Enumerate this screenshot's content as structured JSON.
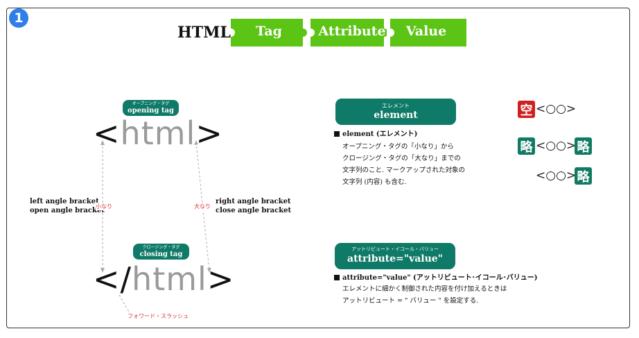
{
  "badge": "1",
  "header": {
    "title": "HTML",
    "pieces": [
      "Tag",
      "Attribute",
      "Value"
    ]
  },
  "diagram": {
    "opening_pill": {
      "ruby": "オープニング・タグ",
      "label": "opening tag"
    },
    "closing_pill": {
      "ruby": "クロージング・タグ",
      "label": "closing tag"
    },
    "opening_tag": {
      "open": "<",
      "name": "html",
      "close": ">"
    },
    "closing_tag": {
      "open": "</",
      "name": "html",
      "close": ">"
    },
    "left_label": [
      "left angle bracket",
      "open angle bracket"
    ],
    "right_label": [
      "right angle bracket",
      "close angle bracket"
    ],
    "left_arrow_label": "小なり",
    "right_arrow_label": "大なり",
    "slash_label": "フォワード・スラッシュ"
  },
  "element_box": {
    "ruby": "エレメント",
    "label": "element",
    "heading": "element (エレメント)",
    "lines": [
      "オープニング・タグの「小なり」から",
      "クロージング・タグの「大なり」までの",
      "文字列のこと. マークアップされた対象の",
      "文字列 (内容) も含む."
    ]
  },
  "attribute_box": {
    "ruby": "アットリビュート・イコール・バリュー",
    "label": "attribute=\"value\"",
    "heading": "attribute=\"value\" (アットリビュート･イコール･バリュー)",
    "lines": [
      "エレメントに細かく制御された内容を付け加えるときは",
      "アットリビュート = \" バリュー \" を設定する."
    ]
  },
  "legend": {
    "empty_kanji": "空",
    "omit_kanji": "略",
    "placeholder": "<○○>"
  },
  "colors": {
    "puzzle": "#5bc414",
    "pill": "#0f7a68",
    "red": "#d01f1f",
    "badge": "#2f7fe8"
  }
}
